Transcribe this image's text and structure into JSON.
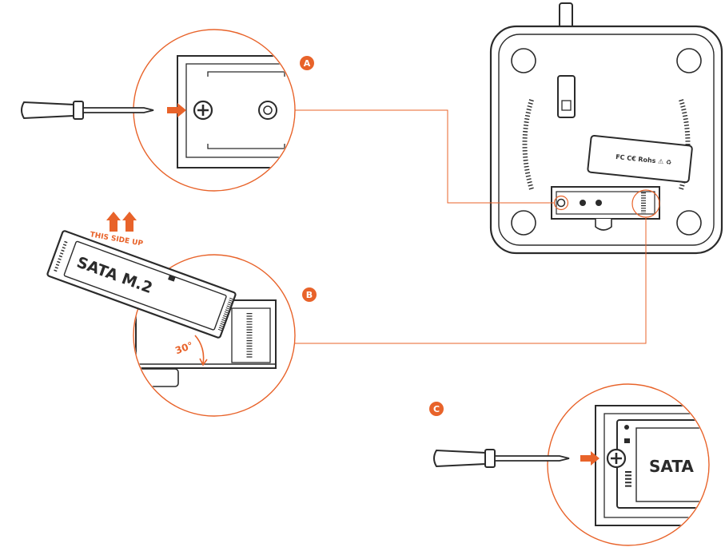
{
  "steps": {
    "a": "A",
    "b": "B",
    "c": "C"
  },
  "drive": {
    "label": "SATA M.2",
    "orientation_note": "THIS SIDE UP",
    "angle": "30°"
  },
  "detail_c": {
    "label": "SATA"
  },
  "regulatory_marks": "FC C€ Rohs ⚠ ♻",
  "colors": {
    "accent": "#e8632a",
    "line": "#2b2b2b",
    "background": "#ffffff"
  },
  "icons": [
    "screwdriver-icon",
    "arrow-right-icon",
    "screw-icon",
    "arrow-up-icon"
  ]
}
